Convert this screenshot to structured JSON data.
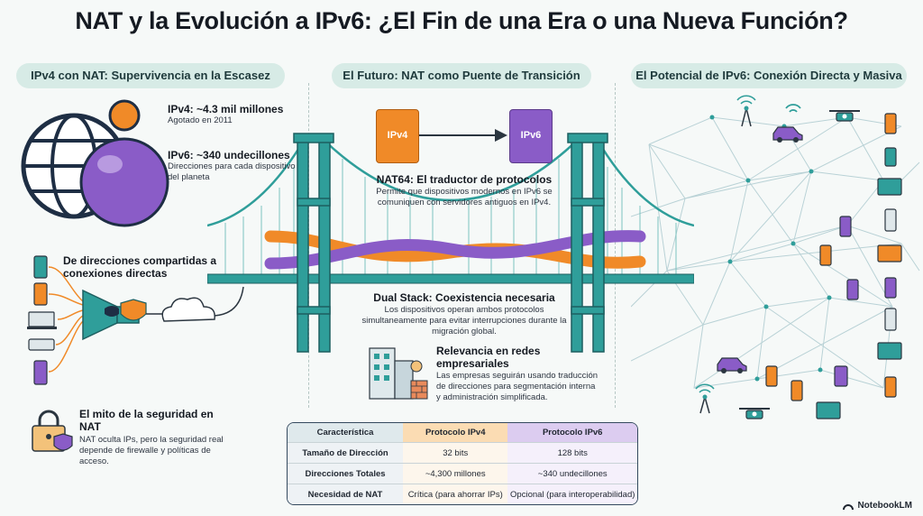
{
  "title": "NAT y la Evolución a IPv6: ¿El Fin de una Era o una Nueva Función?",
  "sections": {
    "left": "IPv4 con NAT: Supervivencia en la Escasez",
    "center": "El Futuro: NAT como Puente de Transición",
    "right": "El Potencial de IPv6: Conexión Directa y Masiva"
  },
  "ipv4": {
    "heading": "IPv4: ~4.3 mil millones",
    "text": "Agotado en 2011"
  },
  "ipv6": {
    "heading": "IPv6: ~340 undecillones",
    "text": "Direcciones para cada dispositivo del planeta"
  },
  "shared": {
    "heading": "De direcciones compartidas a conexiones directas"
  },
  "myth": {
    "heading": "El mito de la seguridad en NAT",
    "text": "NAT oculta IPs, pero la seguridad real depende de firewalle y políticas de acceso."
  },
  "translation": {
    "from_label": "IPv4",
    "to_label": "IPv6"
  },
  "nat64": {
    "heading": "NAT64: El traductor de protocolos",
    "text": "Permite que dispositivos modernos en IPv6 se comuniquen con servidores antiguos en IPv4."
  },
  "dualstack": {
    "heading": "Dual Stack: Coexistencia necesaria",
    "text": "Los dispositivos operan ambos protocolos simultaneamente para evitar interrupciones durante la migración global."
  },
  "enterprise": {
    "heading": "Relevancia en redes empresariales",
    "text": "Las empresas seguirán usando traducción de direcciones para segmentación interna y administración simplificada."
  },
  "table": {
    "headers": [
      "Característica",
      "Protocolo IPv4",
      "Protocolo IPv6"
    ],
    "rows": [
      [
        "Tamaño de Dirección",
        "32 bits",
        "128 bits"
      ],
      [
        "Direcciones Totales",
        "~4,300 millones",
        "~340 undecillones"
      ],
      [
        "Necesidad de NAT",
        "Crítica (para ahorrar IPs)",
        "Opcional (para interoperabilidad)"
      ]
    ]
  },
  "brand": "NotebookLM",
  "colors": {
    "teal": "#2f9e9a",
    "orange": "#f08a28",
    "purple": "#8a5cc7",
    "pill": "#d7ebe6"
  },
  "icons": [
    "globe-icon",
    "phone-icon",
    "laptop-icon",
    "router-icon",
    "nat-funnel-icon",
    "mask-icon",
    "shield-icon",
    "cloud-icon",
    "lock-icon",
    "bridge-icon",
    "building-icon",
    "antenna-icon",
    "car-icon",
    "drone-icon",
    "monitor-icon",
    "tablet-icon",
    "server-icon"
  ]
}
